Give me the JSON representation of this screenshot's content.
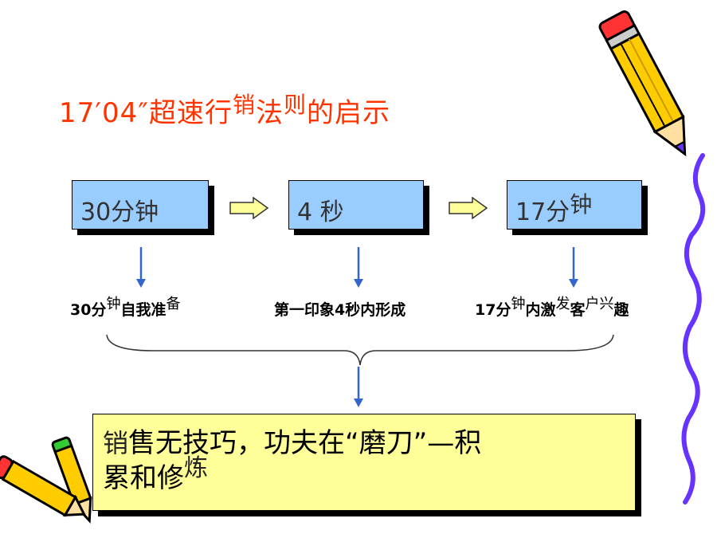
{
  "title": {
    "part1": "17′04″超速行",
    "part2": "销",
    "part3": "法",
    "part4": "则",
    "part5": "的启示"
  },
  "steps": [
    {
      "main": "30分钟",
      "sup": ""
    },
    {
      "main": "4 秒",
      "sup": ""
    },
    {
      "main": "17分",
      "sup": "钟"
    }
  ],
  "labels": [
    {
      "a": "30分",
      "b": "钟",
      "c": "自我准",
      "d": "备",
      "e": "",
      "f": ""
    },
    {
      "a": "第一印象4秒内形成",
      "b": "",
      "c": "",
      "d": "",
      "e": "",
      "f": ""
    },
    {
      "a": "17分",
      "b": "钟",
      "c": "内激",
      "d": "发",
      "e": "客",
      "f": "户兴",
      "g": "趣"
    }
  ],
  "note": {
    "p1": "销",
    "p2": "售无技巧，功夫在“磨刀”—积",
    "p3": "累和修",
    "p4": "炼"
  },
  "colors": {
    "title": "#ff3300",
    "box_fill": "#99ccff",
    "note_fill": "#ffff99",
    "arrow_fill": "#ffff99",
    "down_arrow": "#3366cc",
    "squiggle": "#6633ff"
  },
  "icons": [
    "pencil-icon",
    "pencils-icon",
    "squiggle-line"
  ]
}
